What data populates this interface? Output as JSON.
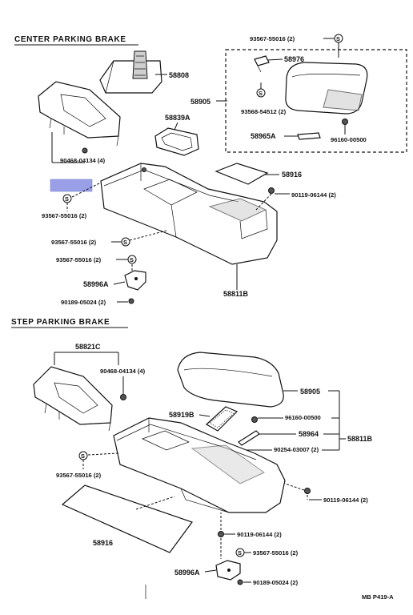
{
  "sections": {
    "center": "CENTER PARKING BRAKE",
    "step": "STEP PARKING BRAKE"
  },
  "center_labels": {
    "p93567_top": "93567-55016 (2)",
    "p58976": "58976",
    "p58905": "58905",
    "p93568": "93568-54512 (2)",
    "p58965A": "58965A",
    "p96160": "96160-00500",
    "p58808": "58808",
    "p58839A": "58839A",
    "p90468": "90468-04134 (4)",
    "p58916": "58916",
    "p90119": "90119-06144 (2)",
    "p93567_a": "93567-55016 (2)",
    "p93567_b": "93567-55016 (2)",
    "p93567_c": "93567-55016 (2)",
    "p58996A": "58996A",
    "p90189": "90189-05024 (2)",
    "p58811B": "58811B"
  },
  "step_labels": {
    "p58821C": "58821C",
    "p90468": "90468-04134 (4)",
    "p58905": "58905",
    "p58919B": "58919B",
    "p96160": "96160-00500",
    "p58964": "58964",
    "p58811B": "58811B",
    "p90254": "90254-03007 (2)",
    "p93567": "93567-55016 (2)",
    "p90119_a": "90119-06144 (2)",
    "p58916": "58916",
    "p90119_b": "90119-06144 (2)",
    "p93567_b": "93567-55016 (2)",
    "p58996A": "58996A",
    "p90189": "90189-05024 (2)"
  },
  "figure_ref": "MB P419-A",
  "colors": {
    "highlight": "#9aa0e8",
    "ink": "#111111"
  }
}
